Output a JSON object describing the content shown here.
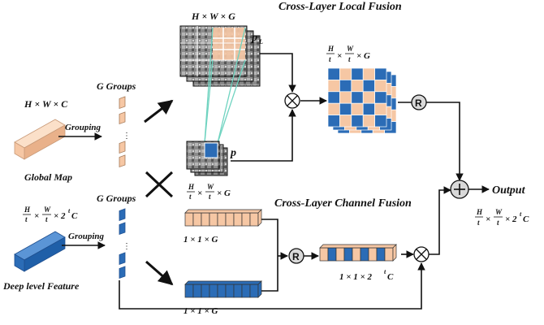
{
  "titles": {
    "local_fusion": "Cross-Layer Local Fusion",
    "channel_fusion": "Cross-Layer Channel Fusion"
  },
  "global_map": {
    "dim_label": "H × W × C",
    "caption": "Global Map",
    "grouping": "Grouping",
    "groups_label": "G Groups"
  },
  "deep_feature": {
    "dim_prefix": "× 2",
    "dim_exp": "t",
    "dim_suffix": "C",
    "frac_h": "H",
    "frac_w": "W",
    "frac_den": "t",
    "caption": "Deep level Feature",
    "grouping": "Grouping",
    "groups_label": "G Groups"
  },
  "local": {
    "top_dim": "H × W × G",
    "p_L": "p",
    "p_L_sub": "L",
    "p": "p",
    "small_dim_suffix": "× G",
    "out_dim_suffix": "× G"
  },
  "channel": {
    "vec_top_dim": "1 × 1 × G",
    "vec_bottom_dim": "1 × 1 × G",
    "merged_dim": "1 × 1 × 2",
    "merged_exp": "t",
    "merged_suffix": "C"
  },
  "ops": {
    "multiply": "⊗",
    "rearrange": "R",
    "add": "⊕"
  },
  "output": {
    "label": "Output",
    "dim_suffix": "× 2",
    "dim_exp": "t",
    "dim_end": "C"
  },
  "colors": {
    "peach": "#f6c7a4",
    "blue": "#2b6cb6",
    "dark_blue": "#1f4f8f",
    "teal": "#6fd3c0"
  }
}
